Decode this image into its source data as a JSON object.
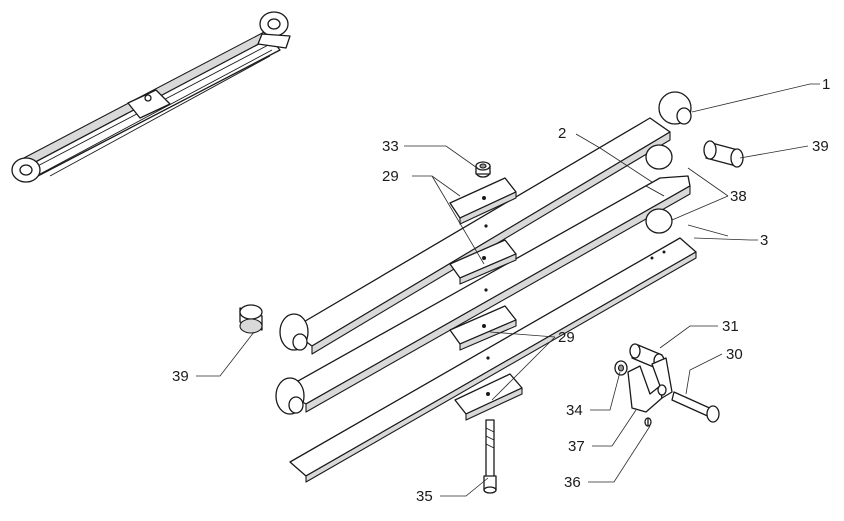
{
  "callouts": [
    {
      "id": "c1",
      "text": "1"
    },
    {
      "id": "c2",
      "text": "2"
    },
    {
      "id": "c3",
      "text": "3"
    },
    {
      "id": "c29a",
      "text": "29"
    },
    {
      "id": "c29b",
      "text": "29"
    },
    {
      "id": "c30",
      "text": "30"
    },
    {
      "id": "c31",
      "text": "31"
    },
    {
      "id": "c33",
      "text": "33"
    },
    {
      "id": "c34",
      "text": "34"
    },
    {
      "id": "c35",
      "text": "35"
    },
    {
      "id": "c36",
      "text": "36"
    },
    {
      "id": "c37",
      "text": "37"
    },
    {
      "id": "c38",
      "text": "38"
    },
    {
      "id": "c39a",
      "text": "39"
    },
    {
      "id": "c39b",
      "text": "39"
    }
  ]
}
